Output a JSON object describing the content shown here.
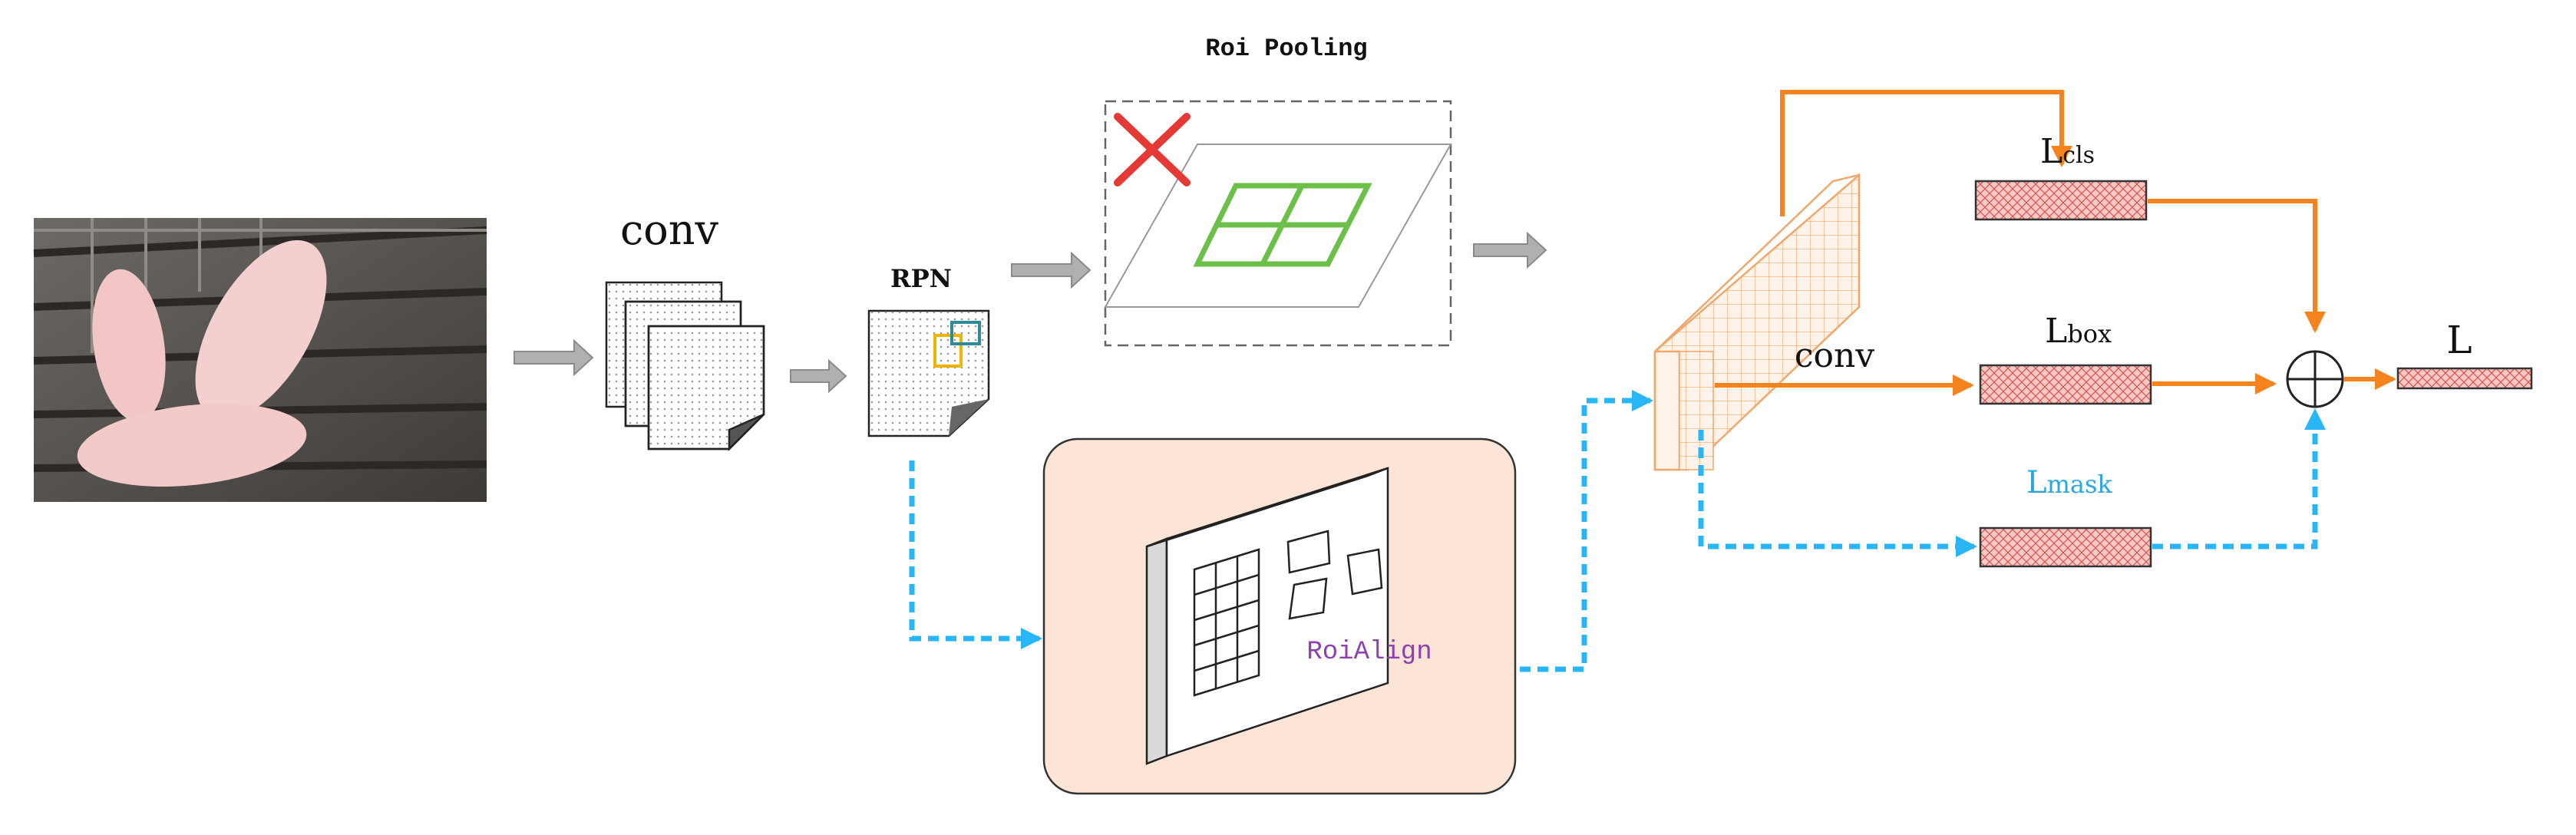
{
  "labels": {
    "conv_top": "conv",
    "rpn": "RPN",
    "roi_pooling": "Roi Pooling",
    "roialign": "RoiAlign",
    "conv_head": "conv",
    "lcls_main": "L",
    "lcls_sub": "cls",
    "lbox_main": "L",
    "lbox_sub": "box",
    "lmask_main": "L",
    "lmask_sub": "mask",
    "loss_total": "L"
  },
  "colors": {
    "orange_arrow": "#f5841f",
    "blue_dashed": "#29b6f6",
    "roialign_text": "#8e3fb0",
    "lmask_text": "#29a8e0",
    "roialign_panel": "#fce4d6",
    "pooling_grid": "#6cc04a",
    "reject_cross": "#e53935",
    "loss_box_fill": "#f7c9c4",
    "gray_arrow": "#a6a6a6",
    "rpn_anchor_yellow": "#f0b400",
    "rpn_anchor_teal": "#2e8b9a"
  },
  "icons": {
    "reject": "red-x-icon",
    "sum": "circle-plus-icon"
  }
}
